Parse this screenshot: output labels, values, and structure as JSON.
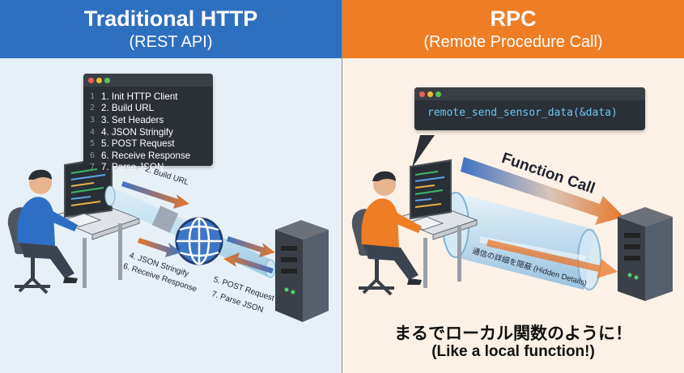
{
  "left": {
    "title": "Traditional HTTP",
    "subtitle": "(REST API)",
    "steps": [
      {
        "n": "1",
        "text": "1. Init HTTP Client"
      },
      {
        "n": "2",
        "text": "2. Build URL"
      },
      {
        "n": "3",
        "text": "3. Set Headers"
      },
      {
        "n": "4",
        "text": "4. JSON Stringify"
      },
      {
        "n": "5",
        "text": "5. POST Request"
      },
      {
        "n": "6",
        "text": "6. Receive Response"
      },
      {
        "n": "7",
        "text": "7. Parse JSON"
      }
    ],
    "labels": {
      "build_url": "2. Build URL",
      "json_stringify": "4. JSON Stringify",
      "receive_response": "6. Receive Response",
      "post_request": "5. POST Request",
      "parse_json": "7. Parse JSON"
    }
  },
  "right": {
    "title": "RPC",
    "subtitle": "(Remote Procedure Call)",
    "code": "remote_send_sensor_data(&data)",
    "function_call": "Function Call",
    "hidden_details": "通信の詳細を隠蔽 (Hidden Details)",
    "bottom_jp": "まるでローカル関数のように！",
    "bottom_en": "(Like a local function!)"
  },
  "colors": {
    "blue_header": "#2f6fc0",
    "orange_header": "#ee7d25",
    "left_bg": "#e7f0f6",
    "right_bg": "#fbf1e6",
    "code_bg": "#2b3037",
    "code_text": "#6cc7f2",
    "arrow_blue": "#3e72c4",
    "arrow_orange": "#e8762a"
  }
}
